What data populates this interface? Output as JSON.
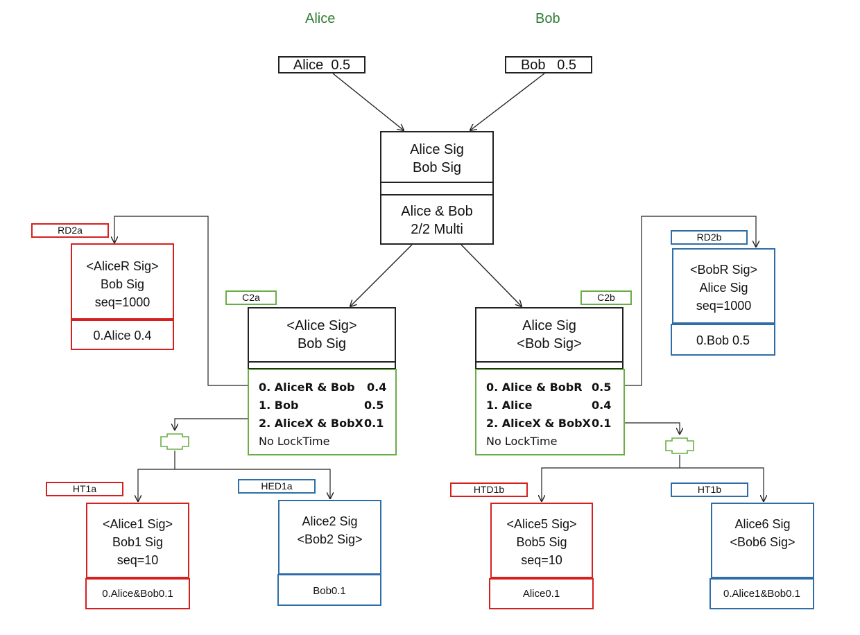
{
  "headers": {
    "left": "Alice",
    "right": "Bob"
  },
  "inputs": {
    "alice": "Alice  0.5",
    "bob": "Bob   0.5"
  },
  "funding": {
    "sig1": "Alice Sig",
    "sig2": "Bob Sig",
    "out1": "Alice & Bob",
    "out2": "2/2 Multi"
  },
  "c2a": {
    "tag": "C2a",
    "sig1": "<Alice Sig>",
    "sig2": "Bob Sig",
    "outputs": [
      {
        "label": "0. AliceR & Bob",
        "amount": "0.4"
      },
      {
        "label": "1. Bob",
        "amount": "0.5"
      },
      {
        "label": "2. AliceX & BobX",
        "amount": "0.1"
      }
    ],
    "locktime": "No LockTime"
  },
  "c2b": {
    "tag": "C2b",
    "sig1": "Alice Sig",
    "sig2": "<Bob Sig>",
    "outputs": [
      {
        "label": "0. Alice & BobR",
        "amount": "0.5"
      },
      {
        "label": "1. Alice",
        "amount": "0.4"
      },
      {
        "label": "2. AliceX & BobX",
        "amount": "0.1"
      }
    ],
    "locktime": "No LockTime"
  },
  "rd2a": {
    "tag": "RD2a",
    "line1": "<AliceR Sig>",
    "line2": "Bob Sig",
    "line3": "seq=1000",
    "output": "0.Alice 0.4"
  },
  "rd2b": {
    "tag": "RD2b",
    "line1": "<BobR Sig>",
    "line2": "Alice Sig",
    "line3": "seq=1000",
    "output": "0.Bob 0.5"
  },
  "ht1a": {
    "tag": "HT1a",
    "line1": "<Alice1 Sig>",
    "line2": "Bob1 Sig",
    "line3": "seq=10",
    "output": "0.Alice&Bob0.1"
  },
  "hed1a": {
    "tag": "HED1a",
    "line1": "Alice2 Sig",
    "line2": "<Bob2 Sig>",
    "output": "Bob0.1"
  },
  "htd1b": {
    "tag": "HTD1b",
    "line1": "<Alice5 Sig>",
    "line2": "Bob5 Sig",
    "line3": "seq=10",
    "output": "Alice0.1"
  },
  "ht1b": {
    "tag": "HT1b",
    "line1": "Alice6 Sig",
    "line2": "<Bob6 Sig>",
    "output": "0.Alice1&Bob0.1"
  },
  "colors": {
    "red": "#d62020",
    "blue": "#2f6da8",
    "green": "#6aad45",
    "header": "#2e7d32",
    "black": "#222222"
  }
}
